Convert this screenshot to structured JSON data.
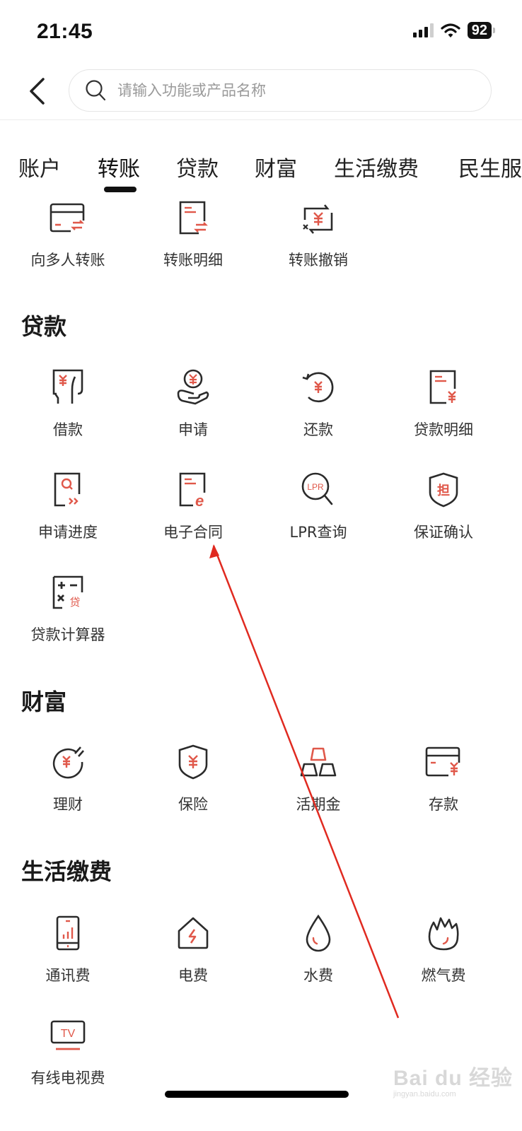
{
  "status_bar": {
    "time": "21:45",
    "battery": "92",
    "signal_bars_active": 3,
    "wifi": true
  },
  "header": {
    "back_icon": "chevron-left-icon",
    "search": {
      "icon": "search-icon",
      "placeholder": "请输入功能或产品名称",
      "value": ""
    }
  },
  "tabs": {
    "items": [
      {
        "label": "账户",
        "active": false
      },
      {
        "label": "转账",
        "active": true
      },
      {
        "label": "贷款",
        "active": false
      },
      {
        "label": "财富",
        "active": false
      },
      {
        "label": "生活缴费",
        "active": false
      },
      {
        "label": "民生服",
        "active": false
      }
    ]
  },
  "transfer_partial": {
    "items": [
      {
        "label": "向多人转账",
        "icon": "card-transfer-icon"
      },
      {
        "label": "转账明细",
        "icon": "document-transfer-icon"
      },
      {
        "label": "转账撤销",
        "icon": "transfer-revoke-icon"
      }
    ]
  },
  "loans": {
    "title": "贷款",
    "items": [
      {
        "label": "借款",
        "icon": "borrow-icon"
      },
      {
        "label": "申请",
        "icon": "apply-coin-hand-icon"
      },
      {
        "label": "还款",
        "icon": "repay-circle-icon"
      },
      {
        "label": "贷款明细",
        "icon": "loan-detail-document-icon"
      },
      {
        "label": "申请进度",
        "icon": "application-progress-icon"
      },
      {
        "label": "电子合同",
        "icon": "e-contract-icon"
      },
      {
        "label": "LPR查询",
        "icon": "lpr-search-icon"
      },
      {
        "label": "保证确认",
        "icon": "guarantee-shield-icon"
      },
      {
        "label": "贷款计算器",
        "icon": "loan-calculator-icon"
      }
    ]
  },
  "wealth": {
    "title": "财富",
    "items": [
      {
        "label": "理财",
        "icon": "wealth-management-icon"
      },
      {
        "label": "保险",
        "icon": "insurance-shield-icon"
      },
      {
        "label": "活期金",
        "icon": "gold-bars-icon"
      },
      {
        "label": "存款",
        "icon": "deposit-card-icon"
      }
    ]
  },
  "utilities": {
    "title": "生活缴费",
    "items": [
      {
        "label": "通讯费",
        "icon": "phone-bill-icon"
      },
      {
        "label": "电费",
        "icon": "electricity-icon"
      },
      {
        "label": "水费",
        "icon": "water-drop-icon"
      },
      {
        "label": "燃气费",
        "icon": "gas-flame-icon"
      },
      {
        "label": "有线电视费",
        "icon": "tv-icon"
      }
    ]
  },
  "watermark": {
    "main": "Bai du 经验",
    "sub": "jingyan.baidu.com"
  },
  "colors": {
    "accent_red": "#e0584a",
    "icon_stroke": "#2b2b2b",
    "annotation_arrow": "#e02a20"
  }
}
